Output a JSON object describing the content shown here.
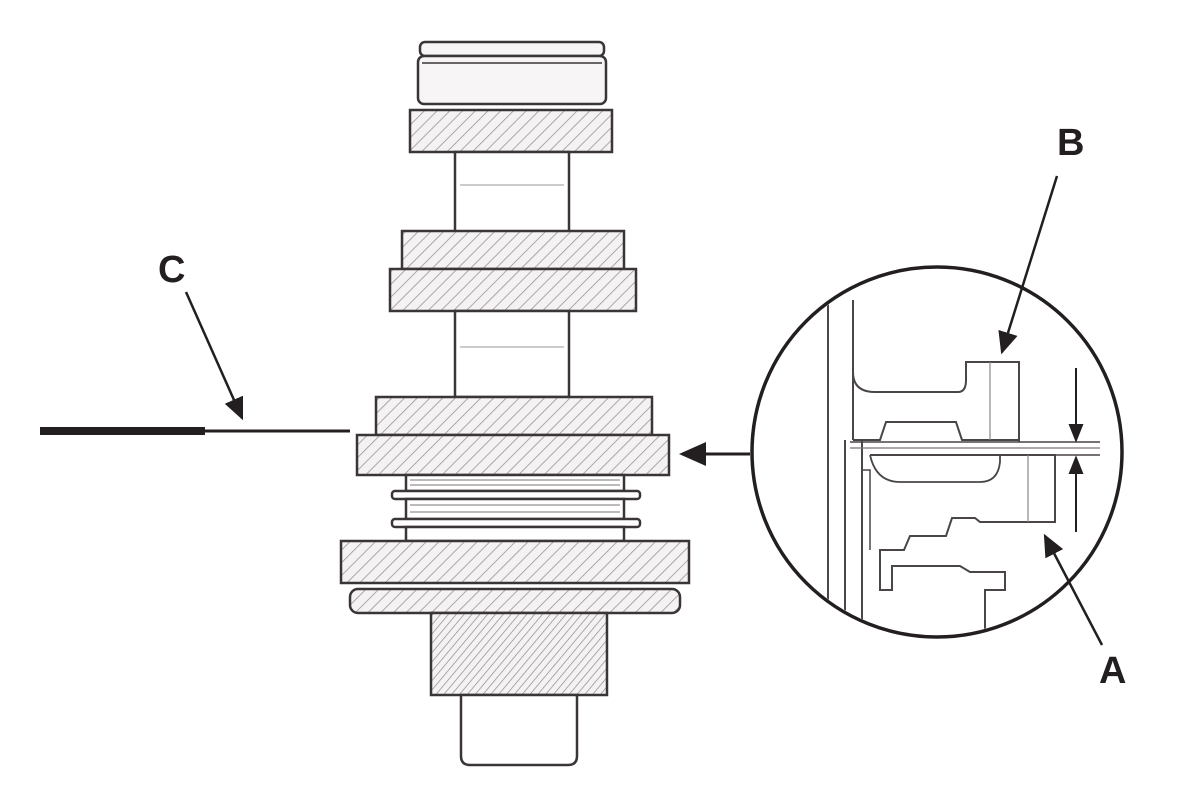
{
  "labels": {
    "a": "A",
    "b": "B",
    "c": "C"
  },
  "colors": {
    "ink": "#231f20",
    "line": "#3a3536",
    "hatch": "#9a9596",
    "fill": "#f4f2f2",
    "background": "#ffffff"
  }
}
